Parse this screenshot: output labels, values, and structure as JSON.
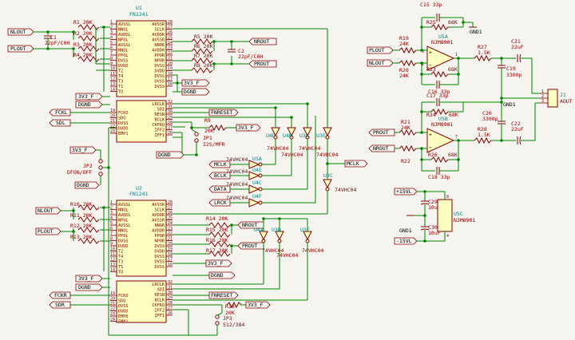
{
  "ic1": {
    "ref": "U1",
    "value": "FN1241",
    "left_pins": [
      "AVSSL",
      "NNOL",
      "AVDDL",
      "NPOL",
      "AVSSL",
      "NNOL",
      "PPOL",
      "DVSS",
      "DVDD",
      "T2",
      "T4",
      "T3",
      "T1",
      "TO"
    ],
    "right_pins": [
      "AVSSR",
      "SCLK",
      "AVDDR",
      "AVSSR",
      "NNOR",
      "AVDDR",
      "PPOR",
      "NPOR",
      "DVSS",
      "DVDD",
      "DVSS",
      "DVSS",
      "DVSS"
    ],
    "ctrl_left": [
      "FCKO",
      "SDO",
      "DVSS",
      "DVDD",
      "EMP1"
    ],
    "ctrl_right": [
      "LRCLK",
      "SDI",
      "RESN",
      "BCLK",
      "CKFRQ",
      "IFF2",
      "IFF1"
    ],
    "pin_nums_l": [
      "1",
      "2",
      "3",
      "4",
      "5",
      "6",
      "7",
      "8",
      "9",
      "10",
      "11",
      "12",
      "13",
      "14"
    ],
    "pin_nums_r": [
      "28",
      "27",
      "26",
      "25",
      "24",
      "23",
      "22",
      "21",
      "20",
      "19",
      "18",
      "17",
      "16"
    ],
    "pin_nums_cl": [
      "19",
      "20",
      "21",
      "22",
      "23"
    ],
    "pin_nums_cr": [
      "32",
      "31",
      "30",
      "29",
      "28",
      "27",
      "26"
    ]
  },
  "ic2": {
    "ref": "U2",
    "value": "FN1241",
    "left_pins": [
      "AVSSL",
      "NNOL",
      "AVDDL",
      "NPOL",
      "AVSSL",
      "NNOL",
      "PPOL",
      "DVSS",
      "DVDD",
      "T2",
      "T4",
      "T3",
      "T1",
      "TO"
    ],
    "right_pins": [
      "AVSSR",
      "SCLK",
      "AVDDR",
      "AVSSR",
      "NNOR",
      "AVDDR",
      "PPOR",
      "NPOR",
      "DVSS",
      "DVDD",
      "DVSS",
      "DVSS",
      "DVSS"
    ],
    "ctrl_left": [
      "FCKO",
      "SDO",
      "DVSS",
      "DVDD",
      "EMP0",
      "EMP1"
    ],
    "ctrl_right": [
      "LRCLK",
      "SDI",
      "RESN",
      "BCLK",
      "CKFRQ",
      "IFF2",
      "IFF1"
    ],
    "pin_nums_l": [
      "1",
      "2",
      "3",
      "4",
      "5",
      "6",
      "7",
      "8",
      "9",
      "10",
      "11",
      "12",
      "13",
      "14"
    ],
    "pin_nums_r": [
      "28",
      "27",
      "26",
      "25",
      "24",
      "23",
      "22",
      "21",
      "20",
      "19",
      "18",
      "17",
      "16"
    ],
    "pin_nums_cl": [
      "19",
      "20",
      "21",
      "22",
      "23",
      "24"
    ],
    "pin_nums_cr": [
      "32",
      "31",
      "30",
      "29",
      "28",
      "27",
      "26"
    ]
  },
  "labels": {
    "nlout1": "NLOUT",
    "plout1": "PLOUT",
    "nrout1": "NROUT",
    "prout1": "PROUT",
    "fckl": "FCKL",
    "sdl": "SDL",
    "dgnd1": "DGND",
    "dgnd2": "DGND",
    "dgnd3": "DGND",
    "dgnd4": "DGND",
    "dgnd5": "DGND",
    "v3f1": "3V3_F",
    "v3f2": "3V3_F",
    "v3f3": "3V3_F",
    "v3f4": "3V3_F",
    "v3f5": "3V3_F",
    "v3f6": "3V3_F",
    "fnreset1": "FNRESET",
    "fnreset2": "FNRESET",
    "mclk": "MCLK",
    "mclk2": "MCLK",
    "bclk": "BCLK",
    "data": "DATA",
    "lrck": "LRCK",
    "nlout2": "NLOUT",
    "plout2": "PLOUT",
    "nrout2": "NROUT",
    "prout2": "PROUT",
    "fckr": "FCKR",
    "sdr": "SDR",
    "plout3": "PLOUT",
    "nlout3": "NLOUT",
    "prout3": "PROUT",
    "nrout3": "NROUT",
    "p15": "+15VL",
    "m15": "-15VL",
    "gnd1a": "GND1",
    "gnd1b": "GND1",
    "gnd1c": "GND1"
  },
  "components": {
    "r1": "R1 20K",
    "r2": "R2 20K",
    "r3": "R3 20K",
    "r4": "R4 20K",
    "r5": "R5 20K",
    "r6": "R6 20K",
    "r7": "R7 20K",
    "r8": "R8 20K",
    "c1": "C1",
    "c1v": "22pF/C0H",
    "c2": "C2",
    "c2v": "22pF/C0H",
    "r10": "R10 20K",
    "r11": "R11 20K",
    "r12": "R12 20K",
    "r13": "R13 20K",
    "r14": "R14 20K",
    "r15": "R15 20K",
    "r16": "R16 20K",
    "r17": "R17 20K",
    "r9": "R9",
    "r9v": "20K",
    "r18": "R18",
    "r18v": "20K",
    "jp1": "JP1",
    "jp1v": "I2S/MFR",
    "jp2": "JP2",
    "jp2v": "DFON/OFF",
    "jp3": "JP3",
    "jp3v": "512/384",
    "u4d": "U4D",
    "u4b": "U4B",
    "u3b": "U3B",
    "u3e": "U3E",
    "u4x": "74VHC04",
    "u3x": "74VHC04",
    "u3a": "U3A",
    "u4e": "U4E",
    "u4c": "U4C",
    "u4f": "U4F",
    "u3c": "U3C",
    "u3cv": "74VHC04",
    "u4a": "U4A",
    "u3d": "U3D",
    "u3f": "U3F",
    "u5a": "U5A",
    "u5av": "NJM8901",
    "u5b": "U5B",
    "u5bv": "NJM8901",
    "u5c": "U5C",
    "u5cv": "NJM8901",
    "c15": "C15 33p",
    "c16": "C16 33p",
    "c17": "C17 33p",
    "c18": "C18 33p",
    "r19": "R19",
    "r19v": "24K",
    "r20": "R20",
    "r20v": "24K",
    "r21": "R21",
    "r21v": "24K",
    "r22": "R22",
    "r23": "R23",
    "r23v": "68K",
    "r24": "R24",
    "r24v": "68K",
    "r25": "R25",
    "r25v": "68K",
    "r26": "R26",
    "r26v": "68K",
    "r27": "R27",
    "r27v": "1.5K",
    "r28": "R28",
    "r28v": "1.5K",
    "c19": "C19",
    "c19v": "3300p",
    "c20": "C20",
    "c20v": "3300p",
    "c21": "C21",
    "c21v": "22uF",
    "c22": "C22",
    "c22v": "22uF",
    "c29": "C29",
    "c29v": "10uF",
    "c30": "C30",
    "c30v": "10uF",
    "j1": "J1",
    "aout": "AOUT"
  },
  "pin_text": {
    "p8": "8",
    "p4": "4",
    "p7": "7",
    "p1": "1",
    "p2": "2",
    "p3": "3"
  },
  "colors": {
    "wire": "#008400",
    "component": "#840000",
    "body": "#ffffc2",
    "ref": "#008484"
  }
}
